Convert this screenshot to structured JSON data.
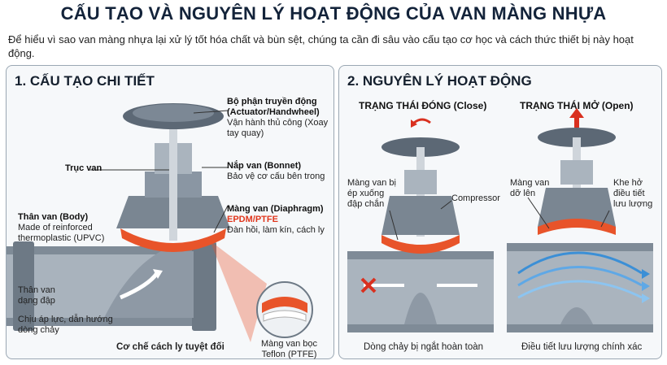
{
  "title": "CẤU TẠO VÀ NGUYÊN LÝ HOẠT ĐỘNG CỦA VAN MÀNG NHỰA",
  "intro": "Để hiểu vì sao van màng nhựa lại xử lý tốt hóa chất và bùn sệt, chúng ta cần đi sâu vào cấu tạo cơ học và cách thức thiết bị này hoạt động.",
  "left": {
    "heading": "1. CẤU TẠO CHI TIẾT",
    "actuator_title": "Bộ phận truyền động (Actuator/Handwheel)",
    "actuator_desc": "Vận hành thủ công (Xoay tay quay)",
    "stem": "Trục van",
    "bonnet_title": "Nắp van (Bonnet)",
    "bonnet_desc": "Bảo vệ cơ cấu bên trong",
    "diaphragm_title": "Màng van (Diaphragm)",
    "diaphragm_material": "EPDM/PTFE",
    "diaphragm_desc": "Đàn hồi, làm kín, cách ly",
    "body_title": "Thân van (Body)",
    "body_desc": "Made of reinforced thermoplastic (UPVC)",
    "weir": "Thân van dạng đập",
    "pressure": "Chịu áp lực, dẫn hướng dòng chảy",
    "ptfe_callout": "Màng van bọc Teflon (PTFE)",
    "isolation": "Cơ chế cách ly tuyệt đối"
  },
  "right": {
    "heading": "2. NGUYÊN LÝ HOẠT ĐỘNG",
    "closed_title": "TRẠNG THÁI ĐÓNG (Close)",
    "open_title": "TRẠNG THÁI MỞ (Open)",
    "pressed": "Màng van bị ép xuống đập chắn",
    "compressor": "Compressor",
    "lifted": "Màng van dỡ lên",
    "gap": "Khe hở điều tiết lưu lượng",
    "closed_caption": "Dòng chảy bị ngắt hoàn toàn",
    "open_caption": "Điều tiết lưu lượng chính xác"
  },
  "colors": {
    "grey": "#8a96a3",
    "dark": "#4b5866",
    "orange": "#e8542a",
    "blue": "#3b8fd6",
    "red": "#d9301f"
  }
}
